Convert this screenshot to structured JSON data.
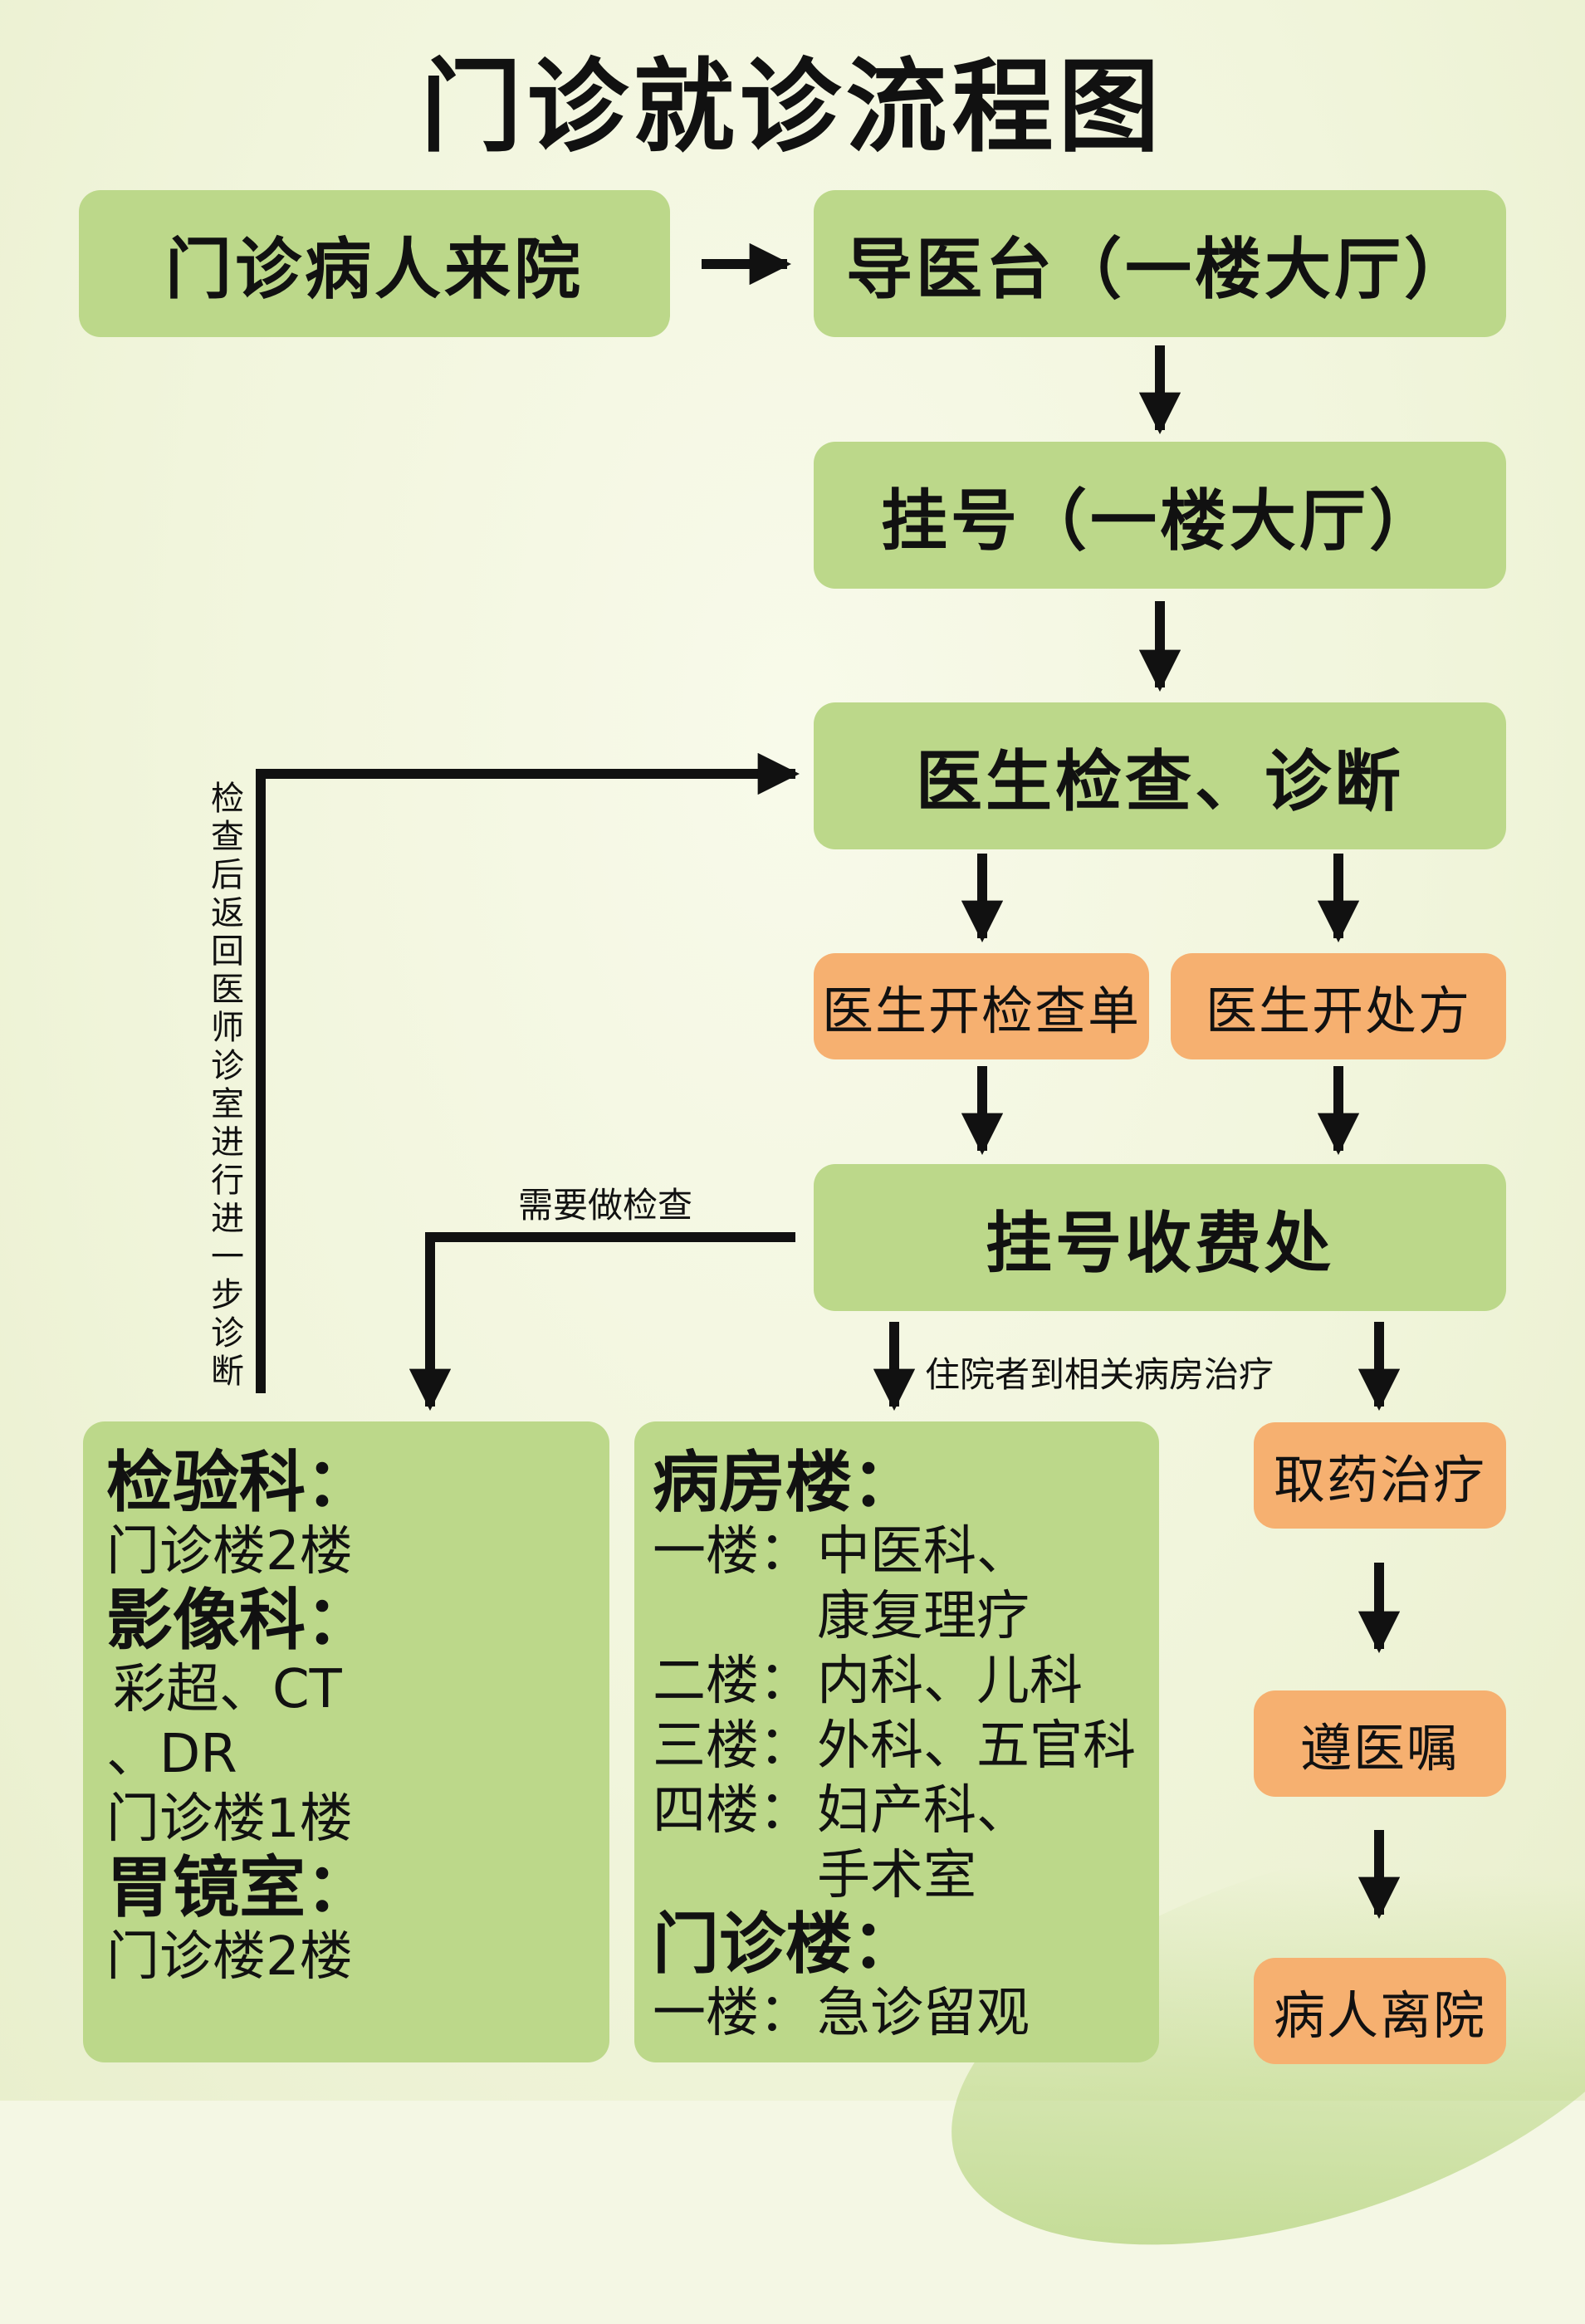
{
  "title": "门诊就诊流程图",
  "steps": {
    "arrive": "门诊病人来院",
    "guide_desk": "导医台（一楼大厅）",
    "register": "挂号（一楼大厅）",
    "doctor_exam": "医生检查、诊断",
    "order_tests": "医生开检查单",
    "prescribe": "医生开处方",
    "cashier": "挂号收费处",
    "get_medicine": "取药治疗",
    "follow_advice": "遵医嘱",
    "leave": "病人离院"
  },
  "notes": {
    "return_for_diagnosis": "检查后返回医师诊室进行进一步诊断",
    "need_exam": "需要做检查",
    "inpatient": "住院者到相关病房治疗"
  },
  "departments": {
    "lab_title": "检验科：",
    "lab_loc": "门诊楼2楼",
    "imaging_title": "影像科：",
    "imaging_items_1": "彩超、CT",
    "imaging_items_2": "、DR",
    "imaging_loc": "门诊楼1楼",
    "gastro_title": "胃镜室：",
    "gastro_loc": "门诊楼2楼"
  },
  "ward": {
    "ward_title": "病房楼：",
    "floors": [
      {
        "floor": "一楼：",
        "text": "中医科、"
      },
      {
        "floor": "",
        "text": "康复理疗"
      },
      {
        "floor": "二楼：",
        "text": "内科、儿科"
      },
      {
        "floor": "三楼：",
        "text": "外科、五官科"
      },
      {
        "floor": "四楼：",
        "text": "妇产科、"
      },
      {
        "floor": "",
        "text": "手术室"
      }
    ],
    "clinic_title": "门诊楼：",
    "clinic_floors": [
      {
        "floor": "一楼：",
        "text": "急诊留观"
      }
    ]
  },
  "colors": {
    "green_box": "#bcd88a",
    "orange_box": "#f6b070",
    "arrow": "#111111",
    "background": "#f4f7e4"
  }
}
